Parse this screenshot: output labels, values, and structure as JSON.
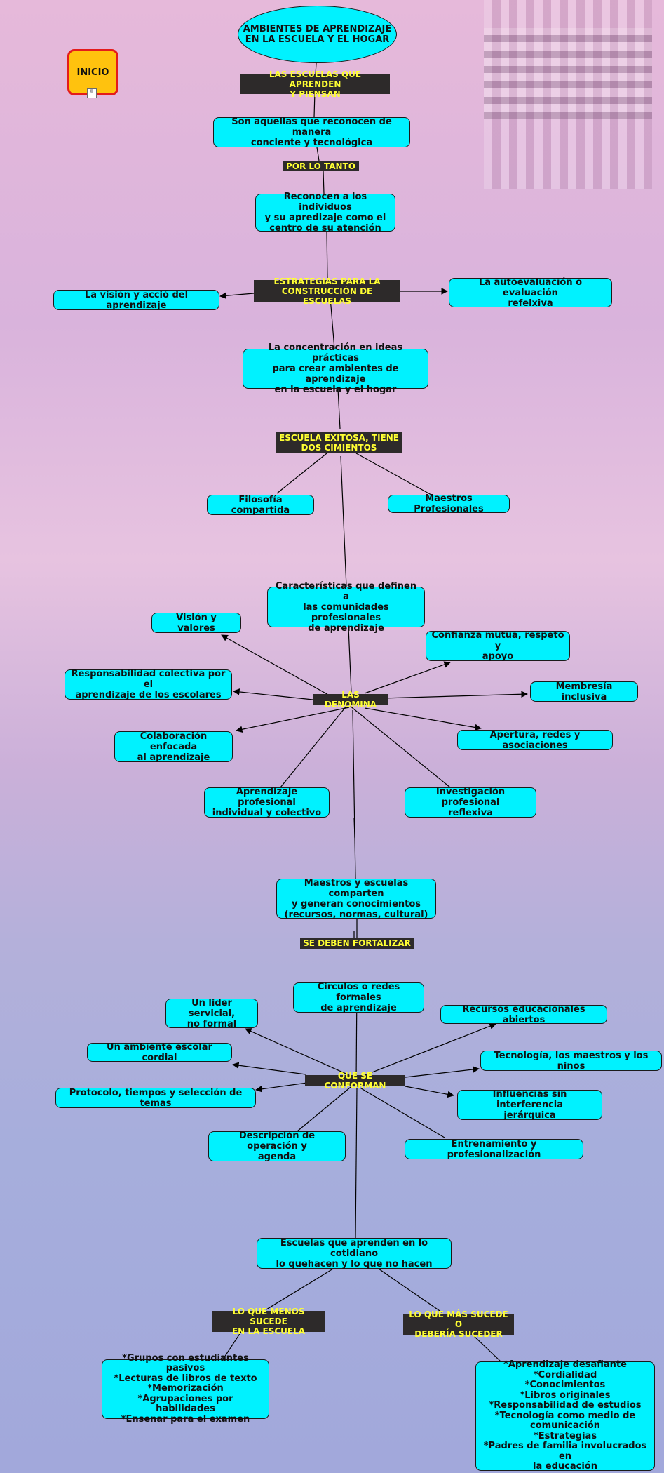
{
  "map": {
    "start_label": "INICIO",
    "title": "AMBIENTES DE APRENDIZAJE\nEN LA ESCUELA Y EL HOGAR",
    "nodes": {
      "n1": "Son aquellas que reconocen de manera\nconciente y tecnológica",
      "n2": "Reconocen a los individuos\ny su apredizaje como el\ncentro de su atención",
      "n_left1": "La visión y acció del aprendizaje",
      "n_right1": "La autoevaluación o evaluación\nrefelxiva",
      "n3": "La concentración en ideas prácticas\npara crear ambientes de aprendizaje\nen la escuela y el hogar",
      "n_fil": "Filosofía compartida",
      "n_mae": "Maestros Profesionales",
      "n4": "Características que definen a\nlas comunidades profesionales\nde aprendizaje",
      "d_vis": "Visión y valores",
      "d_con": "Confianza mutua, respeto y\napoyo",
      "d_res": "Responsabilidad colectiva por el\naprendizaje de los escolares",
      "d_mem": "Membresía inclusiva",
      "d_col": "Colaboración enfocada\nal aprendizaje",
      "d_ape": "Apertura, redes y asociaciones",
      "d_apr": "Aprendizaje profesional\nindividual y colectivo",
      "d_inv": "Investigación profesional\nreflexiva",
      "n5": "Maestros y escuelas comparten\ny generan conocimientos\n(recursos, normas, cultural)",
      "n6": "Circulos o redes formales\nde aprendizaje",
      "c_lid": "Un lider servicial,\nno formal",
      "c_rec": "Recursos educacionales abiertos",
      "c_amb": "Un ambiente escolar cordial",
      "c_tec": "Tecnología, los maestros y los niños",
      "c_pro": "Protocolo, tiempos y selección de temas",
      "c_inf": "Influencias sin interferencia\njerárquica",
      "c_des": "Descripción de operación y\nagenda",
      "c_ent": "Entrenamiento y profesionalización",
      "n7": "Escuelas que aprenden en lo cotidiano\nlo quehacen y lo que no hacen",
      "l_list": "*Grupos con estudiantes pasivos\n*Lecturas de libros de texto\n*Memorización\n*Agrupaciones por habilidades\n*Enseñar para el examen",
      "r_list": "*Aprendizaje desafiante\n*Cordialidad\n*Conocimientos\n*Libros originales\n*Responsabilidad de estudios\n*Tecnología como medio de\ncomunicación\n*Estrategias\n*Padres de familia involucrados en\nla educación"
    },
    "links": {
      "l1": "LAS ESCUELAS QUE APRENDEN\nY PIENSAN",
      "l2": "POR LO TANTO",
      "l3": "ESTRATEGIAS PARA LA\nCONSTRUCCIÓN DE ESCUELAS",
      "l4": "ESCUELA EXITOSA, TIENE\nDOS CIMIENTOS",
      "l5": "LAS DENOMINA",
      "l6": "SE DEBEN FORTALIZAR",
      "l7": "QUE SE CONFORMAN",
      "l8": "LO QUE MENOS SUCEDE\nEN LA ESCUELA",
      "l9": "LO QUE MÁS SUCEDE O\nDEBERÍA SUCEDER"
    }
  },
  "colors": {
    "concept_fill": "#00f2ff",
    "link_fill": "#2d2a2a",
    "link_text": "#ffff33",
    "start_fill": "#ffc20e",
    "start_border": "#e41b1b"
  }
}
